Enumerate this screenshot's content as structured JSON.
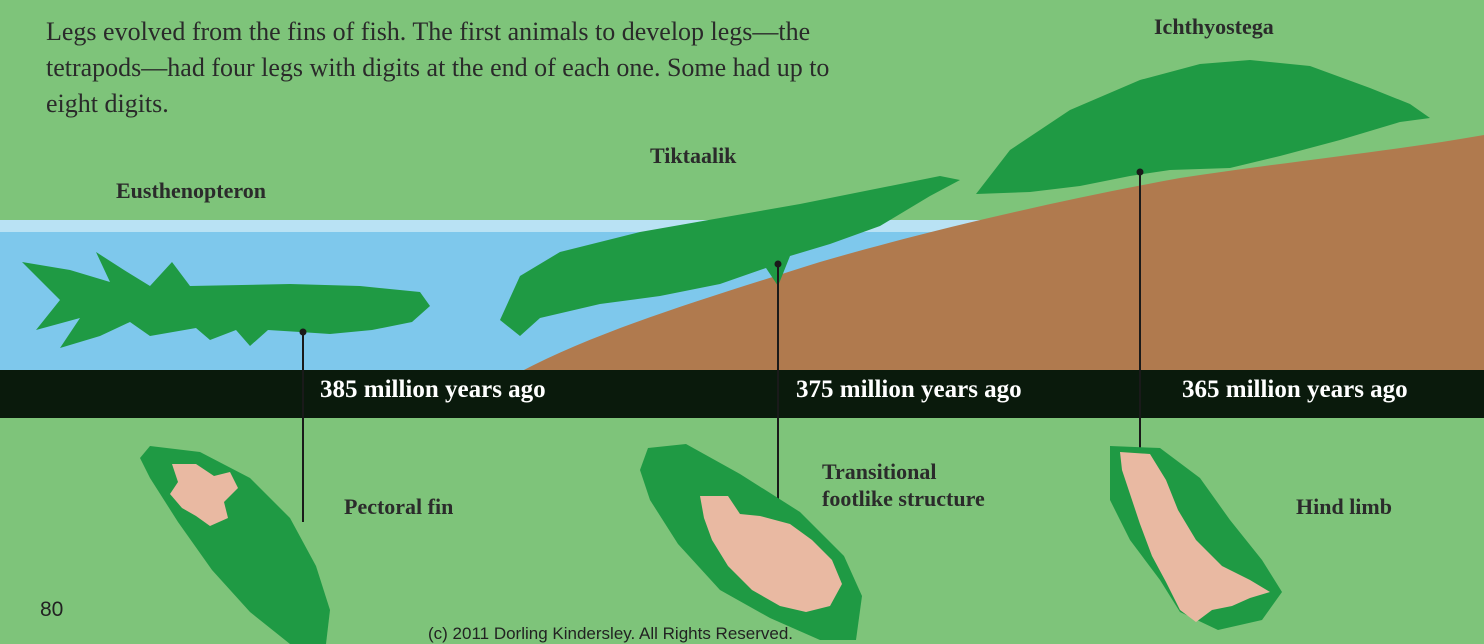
{
  "intro_text": "Legs evolved from the fins of fish. The first animals to develop legs—the tetrapods—had four legs with digits at the end of each one. Some had up to eight digits.",
  "animals": [
    {
      "name": "Eusthenopteron"
    },
    {
      "name": "Tiktaalik"
    },
    {
      "name": "Ichthyostega"
    }
  ],
  "timeline": [
    {
      "label": "385 million years ago"
    },
    {
      "label": "375 million years ago"
    },
    {
      "label": "365 million years ago"
    }
  ],
  "limb_labels": [
    {
      "label": "Pectoral fin"
    },
    {
      "label": "Transitional footlike structure"
    },
    {
      "label": "Hind limb"
    }
  ],
  "page_number": "80",
  "copyright": "(c) 2011 Dorling Kindersley. All Rights Reserved.",
  "colors": {
    "background": "#7ec47a",
    "water": "#7ec8ec",
    "water_surface": "#b9e2f4",
    "land": "#b07a4e",
    "animal": "#1f9a44",
    "bone": "#e9b9a2",
    "timeline_bar": "#0a1a0c"
  }
}
